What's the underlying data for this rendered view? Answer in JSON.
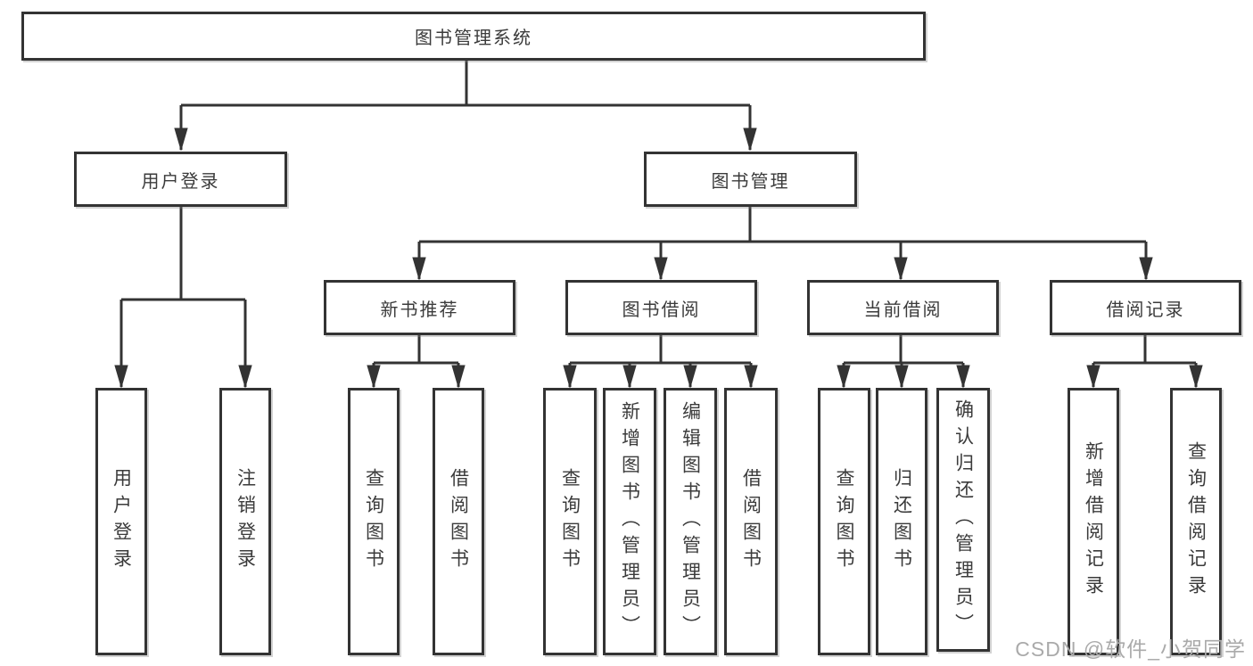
{
  "watermark": "CSDN @软件_小贺同学",
  "tree": {
    "root": {
      "label": "图书管理系统"
    },
    "branches": [
      {
        "label": "用户登录",
        "children": [
          {
            "label": "用户登录"
          },
          {
            "label": "注销登录"
          }
        ]
      },
      {
        "label": "图书管理",
        "children": [
          {
            "label": "新书推荐",
            "children": [
              {
                "label": "查询图书"
              },
              {
                "label": "借阅图书"
              }
            ]
          },
          {
            "label": "图书借阅",
            "children": [
              {
                "label": "查询图书"
              },
              {
                "label": "新增图书（管理员）"
              },
              {
                "label": "编辑图书（管理员）"
              },
              {
                "label": "借阅图书"
              }
            ]
          },
          {
            "label": "当前借阅",
            "children": [
              {
                "label": "查询图书"
              },
              {
                "label": "归还图书"
              },
              {
                "label": "确认归还（管理员）"
              }
            ]
          },
          {
            "label": "借阅记录",
            "children": [
              {
                "label": "新增借阅记录"
              },
              {
                "label": "查询借阅记录"
              }
            ]
          }
        ]
      }
    ]
  }
}
